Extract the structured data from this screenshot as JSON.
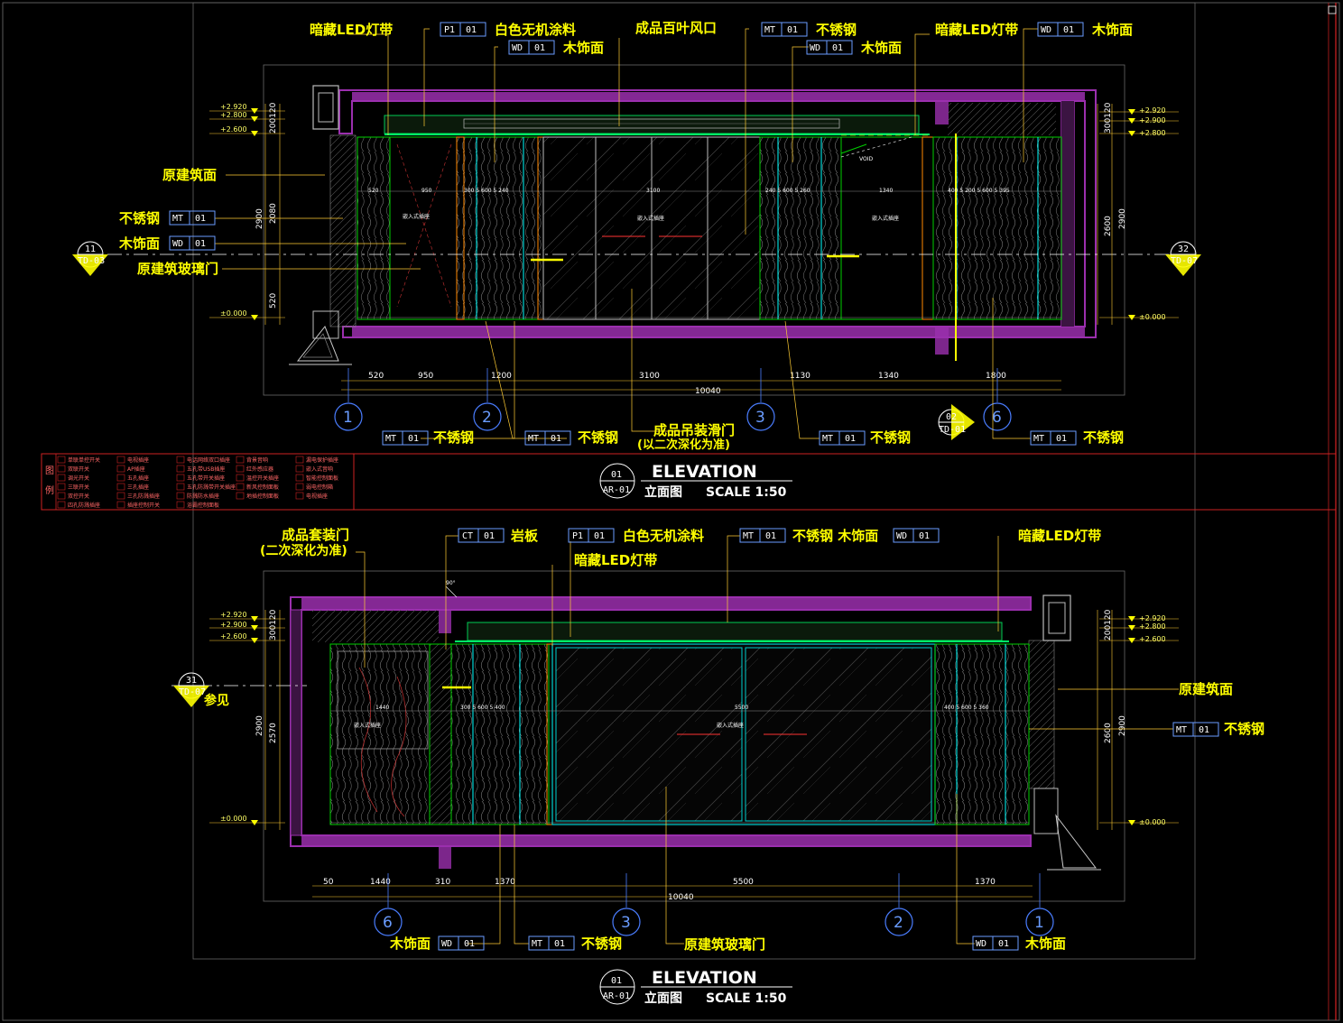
{
  "top": {
    "labels": {
      "led1": "暗藏LED灯带",
      "paint": "白色无机涂料",
      "wood1": "木饰面",
      "louver": "成品百叶风口",
      "steel1": "不锈钢",
      "wood2": "木饰面",
      "led2": "暗藏LED灯带",
      "wood3": "木饰面",
      "wall": "原建筑面",
      "steel_left": "不锈钢",
      "wood_left": "木饰面",
      "glassdoor": "原建筑玻璃门",
      "steel_b1": "不锈钢",
      "steel_b2": "不锈钢",
      "sliding1": "成品吊装滑门",
      "sliding2": "(以二次深化为准)",
      "steel_b3": "不锈钢",
      "steel_b4": "不锈钢",
      "void": "VOID"
    },
    "tags": {
      "p1": [
        "P1",
        "01"
      ],
      "wd_a": [
        "WD",
        "01"
      ],
      "mt_a": [
        "MT",
        "01"
      ],
      "wd_b": [
        "WD",
        "01"
      ],
      "wd_c": [
        "WD",
        "01"
      ],
      "mt_left": [
        "MT",
        "01"
      ],
      "wd_left": [
        "WD",
        "01"
      ],
      "mt_b1": [
        "MT",
        "01"
      ],
      "mt_b2": [
        "MT",
        "01"
      ],
      "mt_b3": [
        "MT",
        "01"
      ],
      "mt_b4": [
        "MT",
        "01"
      ]
    },
    "dims": [
      "520",
      "950",
      "1200",
      "3100",
      "1130",
      "1340",
      "1800"
    ],
    "total": "10040",
    "levels_left": [
      "+2.920",
      "+2.800",
      "+2.600",
      "±0.000"
    ],
    "levels_right": [
      "+2.920",
      "+2.900",
      "+2.800",
      "±0.000"
    ],
    "vdims_left": [
      "200120",
      "2900",
      "2080",
      "520"
    ],
    "vdims_right": [
      "300120",
      "2900",
      "2600"
    ],
    "axes": [
      "1",
      "2",
      "3",
      "6"
    ],
    "sections": {
      "left": [
        "11",
        "TD-03"
      ],
      "right": [
        "32",
        "TD-07"
      ],
      "bottom": [
        "02",
        "TD-01"
      ]
    },
    "title": {
      "num": "01",
      "sheet": "AR-01",
      "main": "ELEVATION",
      "sub": "立面图",
      "scale": "SCALE   1:50"
    }
  },
  "legend": {
    "side": [
      "图",
      "例"
    ],
    "items": [
      "单联单控开关",
      "电视插座",
      "电话网络双口插座",
      "背景音响",
      "漏电保护插座",
      "双联开关",
      "AP插座",
      "五孔带USB插座",
      "红外感应器",
      "嵌入式音响",
      "调光开关",
      "五孔插座",
      "五孔带开关插座",
      "温控开关插座",
      "智能控制面板",
      "三联开关",
      "三孔插座",
      "五孔防溅带开关插座",
      "新风控制面板",
      "弱电控制箱",
      "双控开关",
      "三孔防溅插座",
      "防溅防水插座",
      "地插控制面板",
      "电视插座",
      "四孔防溅插座",
      "插座控制开关",
      "浴霸控制面板"
    ]
  },
  "bottom": {
    "labels": {
      "door1": "成品套装门",
      "door2": "(二次深化为准)",
      "slab": "岩板",
      "paint": "白色无机涂料",
      "steelwood": "不锈钢  木饰面",
      "led1": "暗藏LED灯带",
      "led2": "暗藏LED灯带",
      "ref": "参见",
      "wall": "原建筑面",
      "steel_r": "不锈钢",
      "wood_b1": "木饰面",
      "steel_b": "不锈钢",
      "glassdoor": "原建筑玻璃门",
      "wood_b2": "木饰面"
    },
    "tags": {
      "ct": [
        "CT",
        "01"
      ],
      "p1": [
        "P1",
        "01"
      ],
      "mt": [
        "MT",
        "01"
      ],
      "wd": [
        "WD",
        "01"
      ],
      "mt_r": [
        "MT",
        "01"
      ],
      "wd_b1": [
        "WD",
        "01"
      ],
      "mt_b": [
        "MT",
        "01"
      ],
      "wd_b2": [
        "WD",
        "01"
      ]
    },
    "dims": [
      "50",
      "1440",
      "310",
      "1370",
      "5500",
      "1370"
    ],
    "total": "10040",
    "levels_left": [
      "+2.920",
      "+2.900",
      "+2.600",
      "±0.000"
    ],
    "levels_right": [
      "+2.920",
      "+2.800",
      "+2.600",
      "±0.000"
    ],
    "vdims_left": [
      "300120",
      "2900",
      "2570"
    ],
    "vdims_right": [
      "200120",
      "2900",
      "2600"
    ],
    "axes": [
      "6",
      "3",
      "2",
      "1"
    ],
    "sections": {
      "left": [
        "31",
        "TD-07"
      ]
    },
    "angle": "90°",
    "title": {
      "num": "01",
      "sheet": "AR-01",
      "main": "ELEVATION",
      "sub": "立面图",
      "scale": "SCALE   1:50"
    }
  },
  "colors": {
    "wall": "#9b2fae",
    "led": "#00ff66",
    "cyan": "#00ffff",
    "leader": "#ffcc33",
    "label": "#ffff00",
    "axis": "#4a7dff",
    "frame": "#8a8a8a"
  }
}
